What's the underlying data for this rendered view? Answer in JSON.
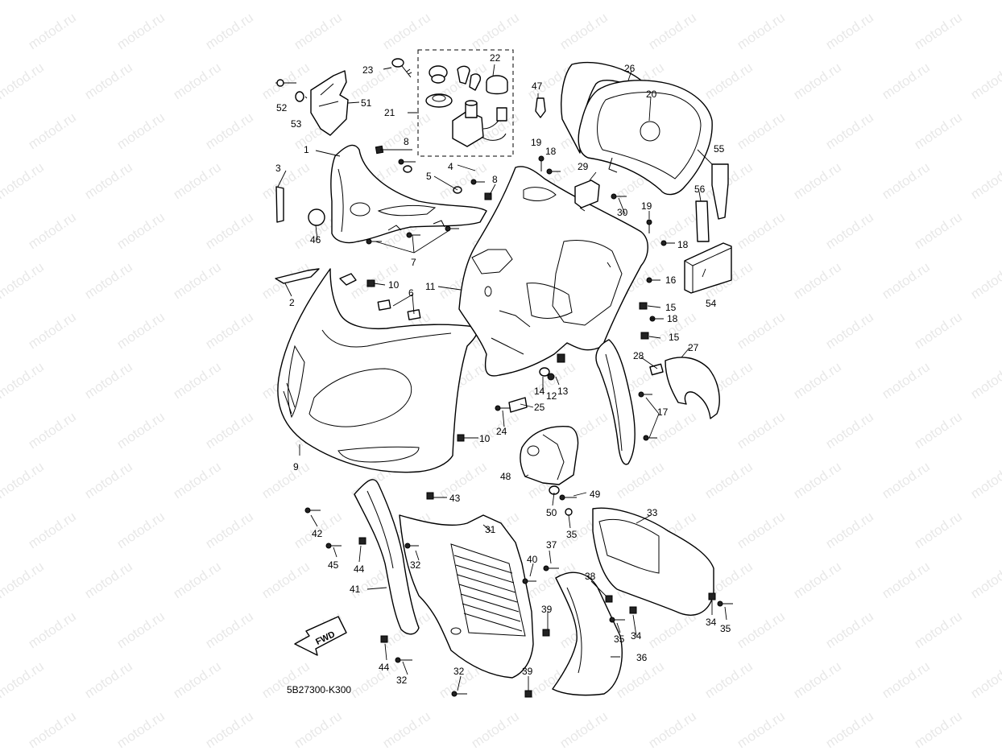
{
  "watermark": "motod.ru",
  "diagram_code": "5B27300-K300",
  "fwd_label": "FWD",
  "part_numbers": [
    "1",
    "2",
    "3",
    "4",
    "5",
    "6",
    "7",
    "8",
    "9",
    "10",
    "11",
    "12",
    "13",
    "14",
    "15",
    "16",
    "17",
    "18",
    "19",
    "20",
    "21",
    "22",
    "23",
    "24",
    "25",
    "26",
    "27",
    "28",
    "29",
    "30",
    "31",
    "32",
    "33",
    "34",
    "35",
    "36",
    "37",
    "38",
    "39",
    "40",
    "41",
    "42",
    "43",
    "44",
    "45",
    "46",
    "47",
    "48",
    "49",
    "50",
    "51",
    "52",
    "53",
    "54",
    "55",
    "56"
  ]
}
